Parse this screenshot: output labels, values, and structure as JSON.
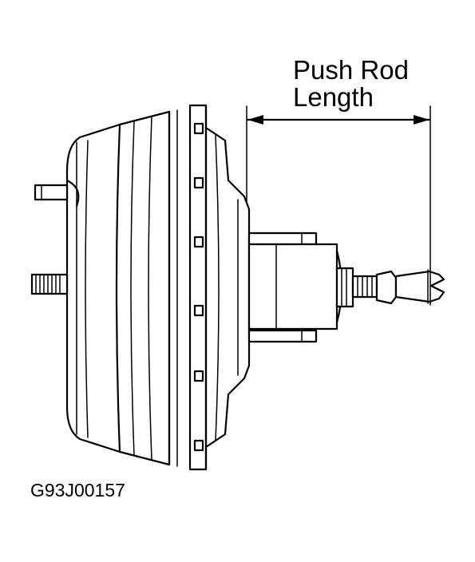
{
  "diagram": {
    "label_line1": "Push Rod",
    "label_line2": "Length",
    "figure_code": "G93J00157"
  },
  "colors": {
    "line": "#000000",
    "background": "#ffffff"
  }
}
